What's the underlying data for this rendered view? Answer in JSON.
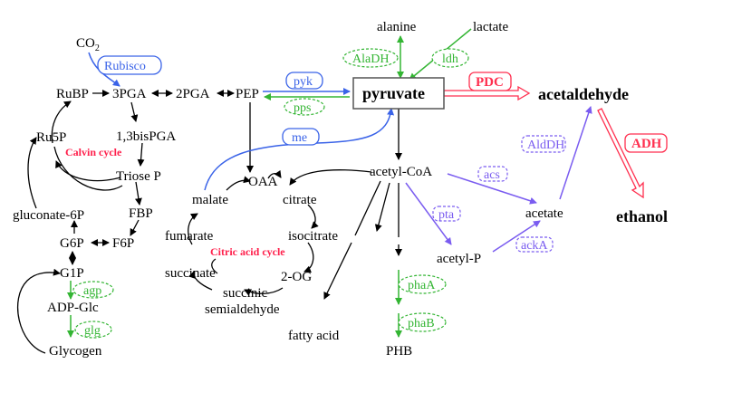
{
  "colors": {
    "blue": "#3a63e8",
    "green": "#33b533",
    "purple": "#7a5cf0",
    "red": "#ff2f4f",
    "black": "#000000"
  },
  "metabolites": {
    "co2": "CO",
    "co2_sub": "2",
    "rubp": "RuBP",
    "pga3": "3PGA",
    "pga2": "2PGA",
    "pep": "PEP",
    "ru5p": "Ru5P",
    "bispga": "1,3bisPGA",
    "triose_p": "Triose P",
    "fbp": "FBP",
    "gluconate6p": "gluconate-6P",
    "g6p": "G6P",
    "f6p": "F6P",
    "g1p": "G1P",
    "adp_glc": "ADP-Glc",
    "glycogen": "Glycogen",
    "alanine": "alanine",
    "lactate": "lactate",
    "pyruvate": "pyruvate",
    "acetaldehyde": "acetaldehyde",
    "ethanol": "ethanol",
    "acetyl_coa": "acetyl-CoA",
    "acetate": "acetate",
    "acetyl_p": "acetyl-P",
    "oaa": "OAA",
    "malate": "malate",
    "citrate": "citrate",
    "fumarate": "fumarate",
    "isocitrate": "isocitrate",
    "succinate": "succinate",
    "og2": "2-OG",
    "succinic_semialdehyde_1": "succinic",
    "succinic_semialdehyde_2": "semialdehyde",
    "fatty_acid": "fatty acid",
    "phb": "PHB"
  },
  "cycles": {
    "calvin": "Calvin cycle",
    "citric": "Citric acid cycle"
  },
  "enzymes": {
    "rubisco": "Rubisco",
    "pyk": "pyk",
    "pps": "pps",
    "me": "me",
    "aladh": "AlaDH",
    "ldh": "ldh",
    "pdc": "PDC",
    "adh": "ADH",
    "aldh": "AldDH",
    "acs": "acs",
    "pta": "pta",
    "acka": "ackA",
    "agp": "agp",
    "glg": "glg",
    "phaa": "phaA",
    "phab": "phaB"
  }
}
